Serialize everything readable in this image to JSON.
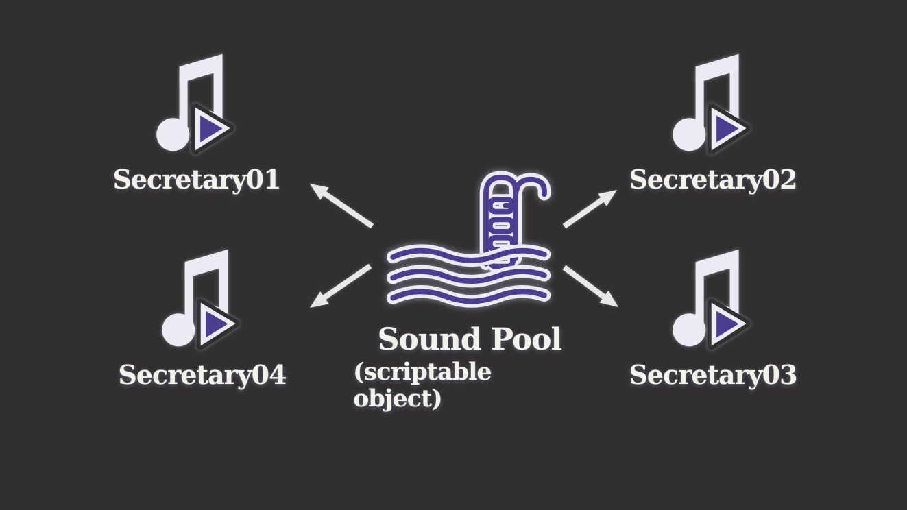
{
  "colors": {
    "background": "#322f30",
    "accent_purple": "#4b3e91",
    "icon_white": "#edeaf3",
    "text_white": "#f4f1ea",
    "arrow_white": "#e9e7e9"
  },
  "center_node": {
    "title": "Sound Pool",
    "subtitle": "(scriptable object)",
    "icon": "pool-ladder-icon"
  },
  "nodes": [
    {
      "label": "Secretary01",
      "position": "top-left",
      "icon": "music-note-play-icon"
    },
    {
      "label": "Secretary02",
      "position": "top-right",
      "icon": "music-note-play-icon"
    },
    {
      "label": "Secretary03",
      "position": "bottom-right",
      "icon": "music-note-play-icon"
    },
    {
      "label": "Secretary04",
      "position": "bottom-left",
      "icon": "music-note-play-icon"
    }
  ],
  "arrows": [
    {
      "from": "Sound Pool",
      "to": "Secretary01",
      "direction": "up-left"
    },
    {
      "from": "Sound Pool",
      "to": "Secretary02",
      "direction": "up-right"
    },
    {
      "from": "Sound Pool",
      "to": "Secretary03",
      "direction": "down-right"
    },
    {
      "from": "Sound Pool",
      "to": "Secretary04",
      "direction": "down-left"
    }
  ]
}
